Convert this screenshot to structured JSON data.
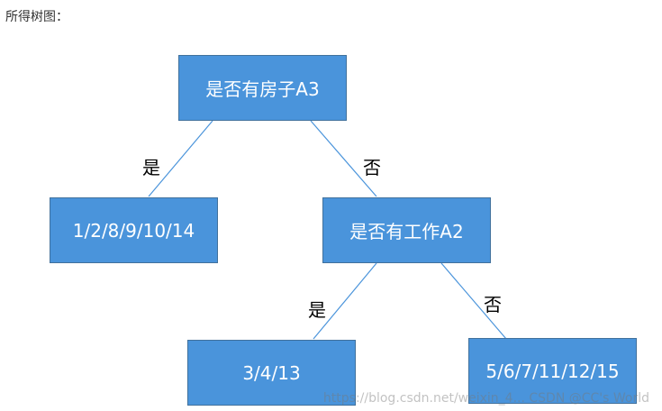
{
  "caption": "所得树图：",
  "colors": {
    "node_fill": "#4a94db",
    "node_border": "#41719c",
    "node_text": "#ffffff",
    "edge": "#4a94db"
  },
  "tree": {
    "root": {
      "label": "是否有房子A3"
    },
    "root_left": {
      "label": "1/2/8/9/10/14"
    },
    "root_right": {
      "label": "是否有工作A2"
    },
    "work_left": {
      "label": "3/4/13"
    },
    "work_right": {
      "label": "5/6/7/11/12/15"
    }
  },
  "edge_labels": {
    "root_yes": "是",
    "root_no": "否",
    "work_yes": "是",
    "work_no": "否"
  },
  "watermark": "https://blog.csdn.net/weixin_4...  CSDN @CC's World"
}
